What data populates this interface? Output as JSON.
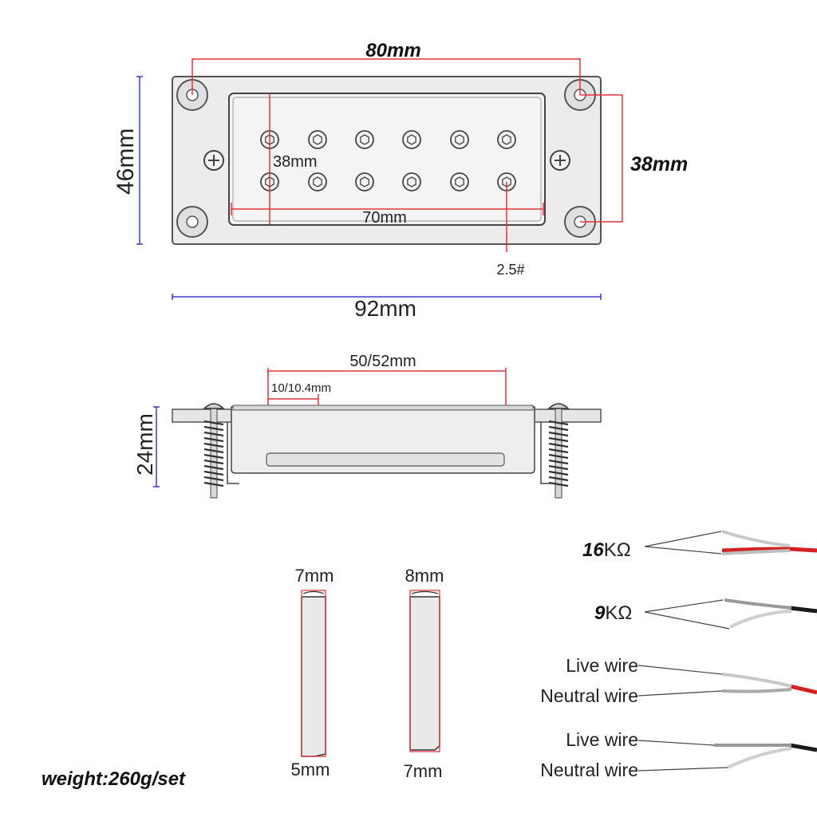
{
  "top_view": {
    "hole_spacing": "80mm",
    "hole_spacing_vertical": "38mm",
    "height": "46mm",
    "inner_height": "38mm",
    "inner_width": "70mm",
    "pole_size": "2.5#",
    "total_width": "92mm"
  },
  "side_view": {
    "magnet_length": "50/52mm",
    "magnet_offset": "10/10.4mm",
    "height": "24mm"
  },
  "bars": {
    "bar1_top": "7mm",
    "bar1_bottom": "5mm",
    "bar2_top": "8mm",
    "bar2_bottom": "7mm"
  },
  "wires": {
    "res1": "16",
    "res2": "9",
    "ohm_unit": "KΩ",
    "live1": "Live wire",
    "neutral1": "Neutral wire",
    "live2": "Live wire",
    "neutral2": "Neutral wire"
  },
  "weight": "weight:260g/set",
  "colors": {
    "red_dim": "#e8313a",
    "blue_dim": "#3a3ad0",
    "wire_red": "#d42020",
    "wire_black": "#1a1a1a"
  }
}
